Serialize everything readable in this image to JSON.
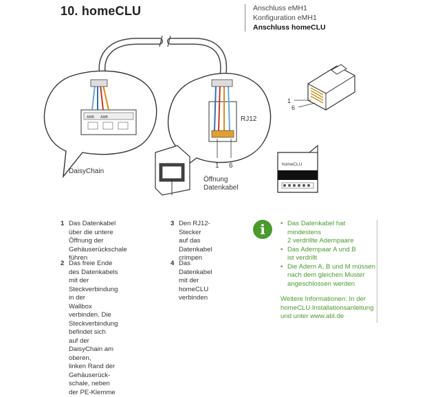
{
  "header": {
    "title": "10. homeCLU",
    "breadcrumbs": [
      "Anschluss eMH1",
      "Konfiguration eMH1",
      "Anschluss homeCLU"
    ]
  },
  "diagram": {
    "left_label": "DaisyChain",
    "rj12_label": "RJ12",
    "pin_labels": [
      "1",
      "6"
    ],
    "opening_label": [
      "Öffnung",
      "Datenkabel"
    ],
    "connector_pins": [
      "1",
      "6"
    ],
    "device_label": "homeCLU",
    "terminal_labels": [
      "AMB",
      "AMB"
    ]
  },
  "steps": [
    {
      "num": "1",
      "lines": [
        "Das Datenkabel über die untere",
        "Öffnung der Gehäuserückschale",
        "führen"
      ]
    },
    {
      "num": "2",
      "lines": [
        "Das freie Ende des Datenkabels",
        "mit der Steckverbindung in der",
        "Wallbox verbinden. Die",
        "Steckverbindung befindet sich",
        "auf der DaisyChain am oberen,",
        "linken Rand der Gehäuserück-",
        "schale, neben der PE-Klemme"
      ]
    },
    {
      "num": "3",
      "lines": [
        "Den RJ12-Stecker",
        "auf das Datenkabel",
        "crimpen"
      ]
    },
    {
      "num": "4",
      "lines": [
        "Das Datenkabel",
        "mit der homeCLU",
        "verbinden"
      ]
    }
  ],
  "info": {
    "icon": "info-icon",
    "bullets": [
      [
        "Das Datenkabel hat mindestens",
        "2 verdrillte Adernpaare"
      ],
      [
        "Das Adernpaar A und B",
        "ist verdrillt"
      ],
      [
        "Die Adern A, B und M müssen",
        "nach dem gleichen Muster",
        "angeschlossen werden"
      ]
    ],
    "more": [
      "Weitere Informationen: In der",
      "homeCLU Installationsanleitung",
      "und unter www.abl.de"
    ]
  },
  "colors": {
    "accent_green": "#4a9a2e",
    "wire_blue": "#2f6fb0",
    "wire_red": "#c0392b",
    "wire_orange": "#d98a1e"
  }
}
